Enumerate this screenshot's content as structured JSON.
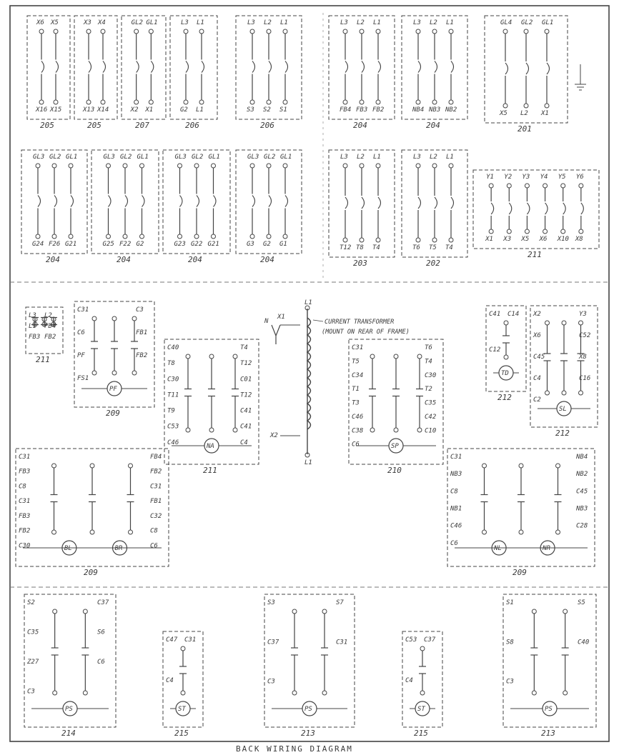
{
  "diagram": {
    "title": "BACK WIRING DIAGRAM",
    "ct_note_line1": "CURRENT TRANSFORMER",
    "ct_note_line2": "(MOUNT ON REAR OF FRAME)",
    "ct_labels": {
      "n": "N",
      "x1": "X1",
      "x2": "X2",
      "l1_top": "L1",
      "l1_bot": "L1"
    }
  },
  "top_panels": [
    {
      "number": "205",
      "terms": [
        "X6",
        "X5"
      ],
      "bottom": [
        "X16",
        "X15"
      ]
    },
    {
      "number": "205",
      "terms": [
        "X3",
        "X4"
      ],
      "bottom": [
        "X13",
        "X14"
      ]
    },
    {
      "number": "207",
      "terms": [
        "GL2",
        "GL1"
      ],
      "bottom": [
        "X2",
        "X1"
      ]
    },
    {
      "number": "206",
      "terms": [
        "L3",
        "L1"
      ],
      "bottom": [
        "G2",
        "L1"
      ]
    },
    {
      "number": "206",
      "terms": [
        "L3",
        "L2",
        "L1"
      ],
      "bottom": [
        "S3",
        "S2",
        "S1"
      ]
    },
    {
      "number": "204",
      "terms": [
        "L3",
        "L2",
        "L1"
      ],
      "bottom": [
        "FB4",
        "FB3",
        "FB2"
      ]
    },
    {
      "number": "204",
      "terms": [
        "L3",
        "L2",
        "L1"
      ],
      "bottom": [
        "NB4",
        "NB3",
        "NB2"
      ]
    },
    {
      "number": "201",
      "terms": [
        "GL4",
        "GL2",
        "GL1"
      ],
      "bottom": [
        "X5",
        "L2",
        "X1"
      ]
    }
  ],
  "row2_panels": [
    {
      "number": "204",
      "terms": [
        "GL3",
        "GL2",
        "GL1"
      ],
      "bottom": [
        "G24",
        "F26",
        "G21"
      ]
    },
    {
      "number": "204",
      "terms": [
        "GL3",
        "GL2",
        "GL1"
      ],
      "bottom": [
        "G25",
        "F22",
        "G2"
      ]
    },
    {
      "number": "204",
      "terms": [
        "GL3",
        "GL2",
        "GL1"
      ],
      "bottom": [
        "G23",
        "G22",
        "G21"
      ]
    },
    {
      "number": "204",
      "terms": [
        "GL3",
        "GL2",
        "GL1"
      ],
      "bottom": [
        "G3",
        "G2",
        "G1"
      ]
    },
    {
      "number": "203",
      "terms": [
        "L3",
        "L2",
        "L1"
      ],
      "bottom": [
        "T12",
        "T8",
        "T4"
      ]
    },
    {
      "number": "202",
      "terms": [
        "L3",
        "L2",
        "L1"
      ],
      "bottom": [
        "T6",
        "T5",
        "T4"
      ]
    },
    {
      "number": "211",
      "terms": [
        "Y1",
        "Y2",
        "Y3",
        "Y4",
        "Y5",
        "Y6"
      ],
      "bottom": [
        "X1",
        "X3",
        "X5",
        "X6",
        "X10",
        "X8"
      ]
    }
  ],
  "middle_panels": [
    {
      "number": "211",
      "labels": [
        "L3",
        "L2",
        "L1",
        "FB4",
        "FB3",
        "FB2"
      ]
    },
    {
      "number": "209",
      "labels": [
        "C31",
        "C3",
        "C6",
        "FB1",
        "PF",
        "FB2",
        "FS1"
      ],
      "coil": "PF"
    },
    {
      "number": "211",
      "labels": [
        "C40",
        "T4",
        "T8",
        "T12",
        "C30",
        "C01",
        "T11",
        "T12",
        "T9",
        "C41",
        "C53",
        "C41",
        "C46",
        "C4"
      ],
      "coil": "NA"
    },
    {
      "number": "210",
      "labels": [
        "C31",
        "T6",
        "T5",
        "T4",
        "C34",
        "C30",
        "T1",
        "T2",
        "T3",
        "C35",
        "C46",
        "C42",
        "C38",
        "C10",
        "C6"
      ],
      "coil": "SP"
    },
    {
      "number": "212",
      "labels": [
        "C41",
        "C14",
        "C12"
      ],
      "coil": "TD"
    },
    {
      "number": "212",
      "labels": [
        "X2",
        "Y3",
        "X6",
        "C52",
        "C45",
        "X8",
        "C4",
        "C16",
        "C2"
      ],
      "coil": "SL"
    }
  ],
  "lower_panels": [
    {
      "number": "209",
      "labels": [
        "C31",
        "FB4",
        "FB3",
        "FB2",
        "C8",
        "C31",
        "C31",
        "FB1",
        "FB3",
        "C32",
        "FB2",
        "C8",
        "C30",
        "C6"
      ],
      "coils": [
        "BL",
        "BR"
      ]
    },
    {
      "number": "209",
      "labels": [
        "C31",
        "NB4",
        "NB3",
        "NB2",
        "C8",
        "C45",
        "NB1",
        "NB3",
        "C46",
        "C28",
        "C6"
      ],
      "coils": [
        "NL",
        "NR"
      ]
    }
  ],
  "bottom_panels": [
    {
      "number": "214",
      "labels": [
        "S2",
        "C37",
        "C35",
        "S6",
        "Z27",
        "C6",
        "C3"
      ],
      "coil": "PS"
    },
    {
      "number": "215",
      "labels": [
        "C47",
        "C31",
        "C4"
      ],
      "coil": "ST"
    },
    {
      "number": "213",
      "labels": [
        "S3",
        "S7",
        "C37",
        "C31",
        "C3"
      ],
      "coil": "PS"
    },
    {
      "number": "215",
      "labels": [
        "C53",
        "C37",
        "C4"
      ],
      "coil": "ST"
    },
    {
      "number": "213",
      "labels": [
        "S1",
        "S5",
        "S8",
        "C40",
        "C3"
      ],
      "coil": "PS"
    }
  ]
}
